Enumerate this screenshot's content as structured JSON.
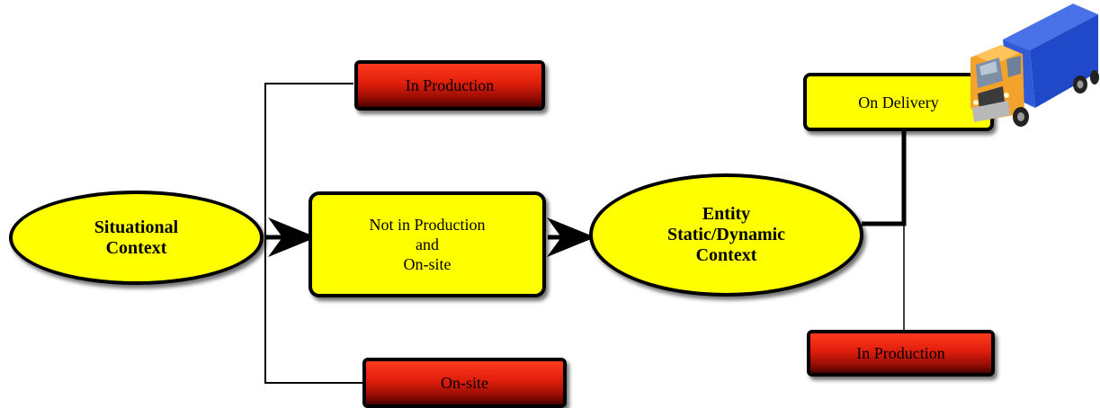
{
  "nodes": {
    "situational_context": {
      "line1": "Situational",
      "line2": "Context"
    },
    "not_in_production_onsite": {
      "line1": "Not in Production",
      "line2": "and",
      "line3": "On-site"
    },
    "entity_context": {
      "line1": "Entity",
      "line2": "Static/Dynamic",
      "line3": "Context"
    },
    "in_production_left": {
      "label": "In Production"
    },
    "onsite_left": {
      "label": "On-site"
    },
    "on_delivery": {
      "label": "On Delivery"
    },
    "in_production_right": {
      "label": "In Production"
    }
  },
  "icons": {
    "truck": "delivery-truck-icon"
  },
  "colors": {
    "node_fill": "#ffff00",
    "red_top": "#ff3a1e",
    "red_bottom": "#4a0200",
    "stroke": "#000000",
    "truck_cargo": "#1f49c8",
    "truck_cab": "#f3a22c"
  }
}
